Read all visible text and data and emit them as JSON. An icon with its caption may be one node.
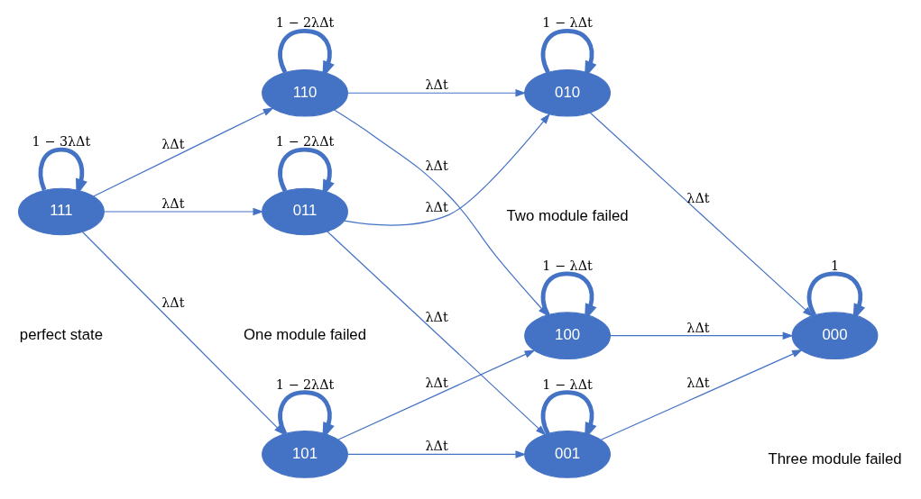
{
  "diagram": {
    "nodes": [
      {
        "text": [
          "111"
        ]
      },
      {
        "text": [
          "110"
        ]
      },
      {
        "text": [
          "101"
        ]
      },
      {
        "text": [
          "011"
        ]
      },
      {
        "text": [
          "100"
        ]
      },
      {
        "text": [
          "001"
        ]
      },
      {
        "text": [
          "010"
        ]
      },
      {
        "text": [
          "000"
        ]
      }
    ],
    "edges": [
      {
        "from": 0,
        "to": 0,
        "arrow": "to",
        "label": "1 − 3λΔt",
        "style": "thick"
      },
      {
        "from": 0,
        "to": 1,
        "arrow": "to",
        "label": "λΔt"
      },
      {
        "from": 0,
        "to": 2,
        "arrow": "to",
        "label": "λΔt"
      },
      {
        "from": 0,
        "to": 3,
        "arrow": "to",
        "label": "λΔt"
      },
      {
        "from": 1,
        "to": 1,
        "arrow": "to",
        "label": "1 − 2λΔt",
        "style": "thick"
      },
      {
        "from": 2,
        "to": 2,
        "arrow": "to",
        "label": "1 − 2λΔt",
        "style": "thick"
      },
      {
        "from": 3,
        "to": 3,
        "arrow": "to",
        "label": "1 − 2λΔt",
        "style": "thick"
      },
      {
        "from": 1,
        "to": 4,
        "arrow": "to",
        "label": "λΔt"
      },
      {
        "from": 1,
        "to": 6,
        "arrow": "to",
        "label": "λΔt"
      },
      {
        "from": 2,
        "to": 4,
        "arrow": "to",
        "label": "λΔt"
      },
      {
        "from": 2,
        "to": 5,
        "arrow": "to",
        "label": "λΔt"
      },
      {
        "from": 3,
        "to": 5,
        "arrow": "to",
        "label": "λΔt"
      },
      {
        "from": 3,
        "to": 6,
        "arrow": "to",
        "label": "λΔt"
      },
      {
        "from": 4,
        "to": 4,
        "arrow": "to",
        "label": "1 − λΔt",
        "style": "thick"
      },
      {
        "from": 5,
        "to": 5,
        "arrow": "to",
        "label": "1 − λΔt",
        "style": "thick"
      },
      {
        "from": 6,
        "to": 6,
        "arrow": "to",
        "label": "1 − λΔt",
        "style": "thick"
      },
      {
        "from": 4,
        "to": 7,
        "arrow": "to",
        "label": "λΔt"
      },
      {
        "from": 5,
        "to": 7,
        "arrow": "to",
        "label": "λΔt"
      },
      {
        "from": 6,
        "to": 7,
        "arrow": "to",
        "label": "λΔt"
      },
      {
        "from": 7,
        "to": 7,
        "arrow": "to",
        "label": "1",
        "style": "thick"
      }
    ],
    "labels": [
      "perfect state",
      "One module failed",
      "Two module failed",
      "Three module failed"
    ]
  }
}
